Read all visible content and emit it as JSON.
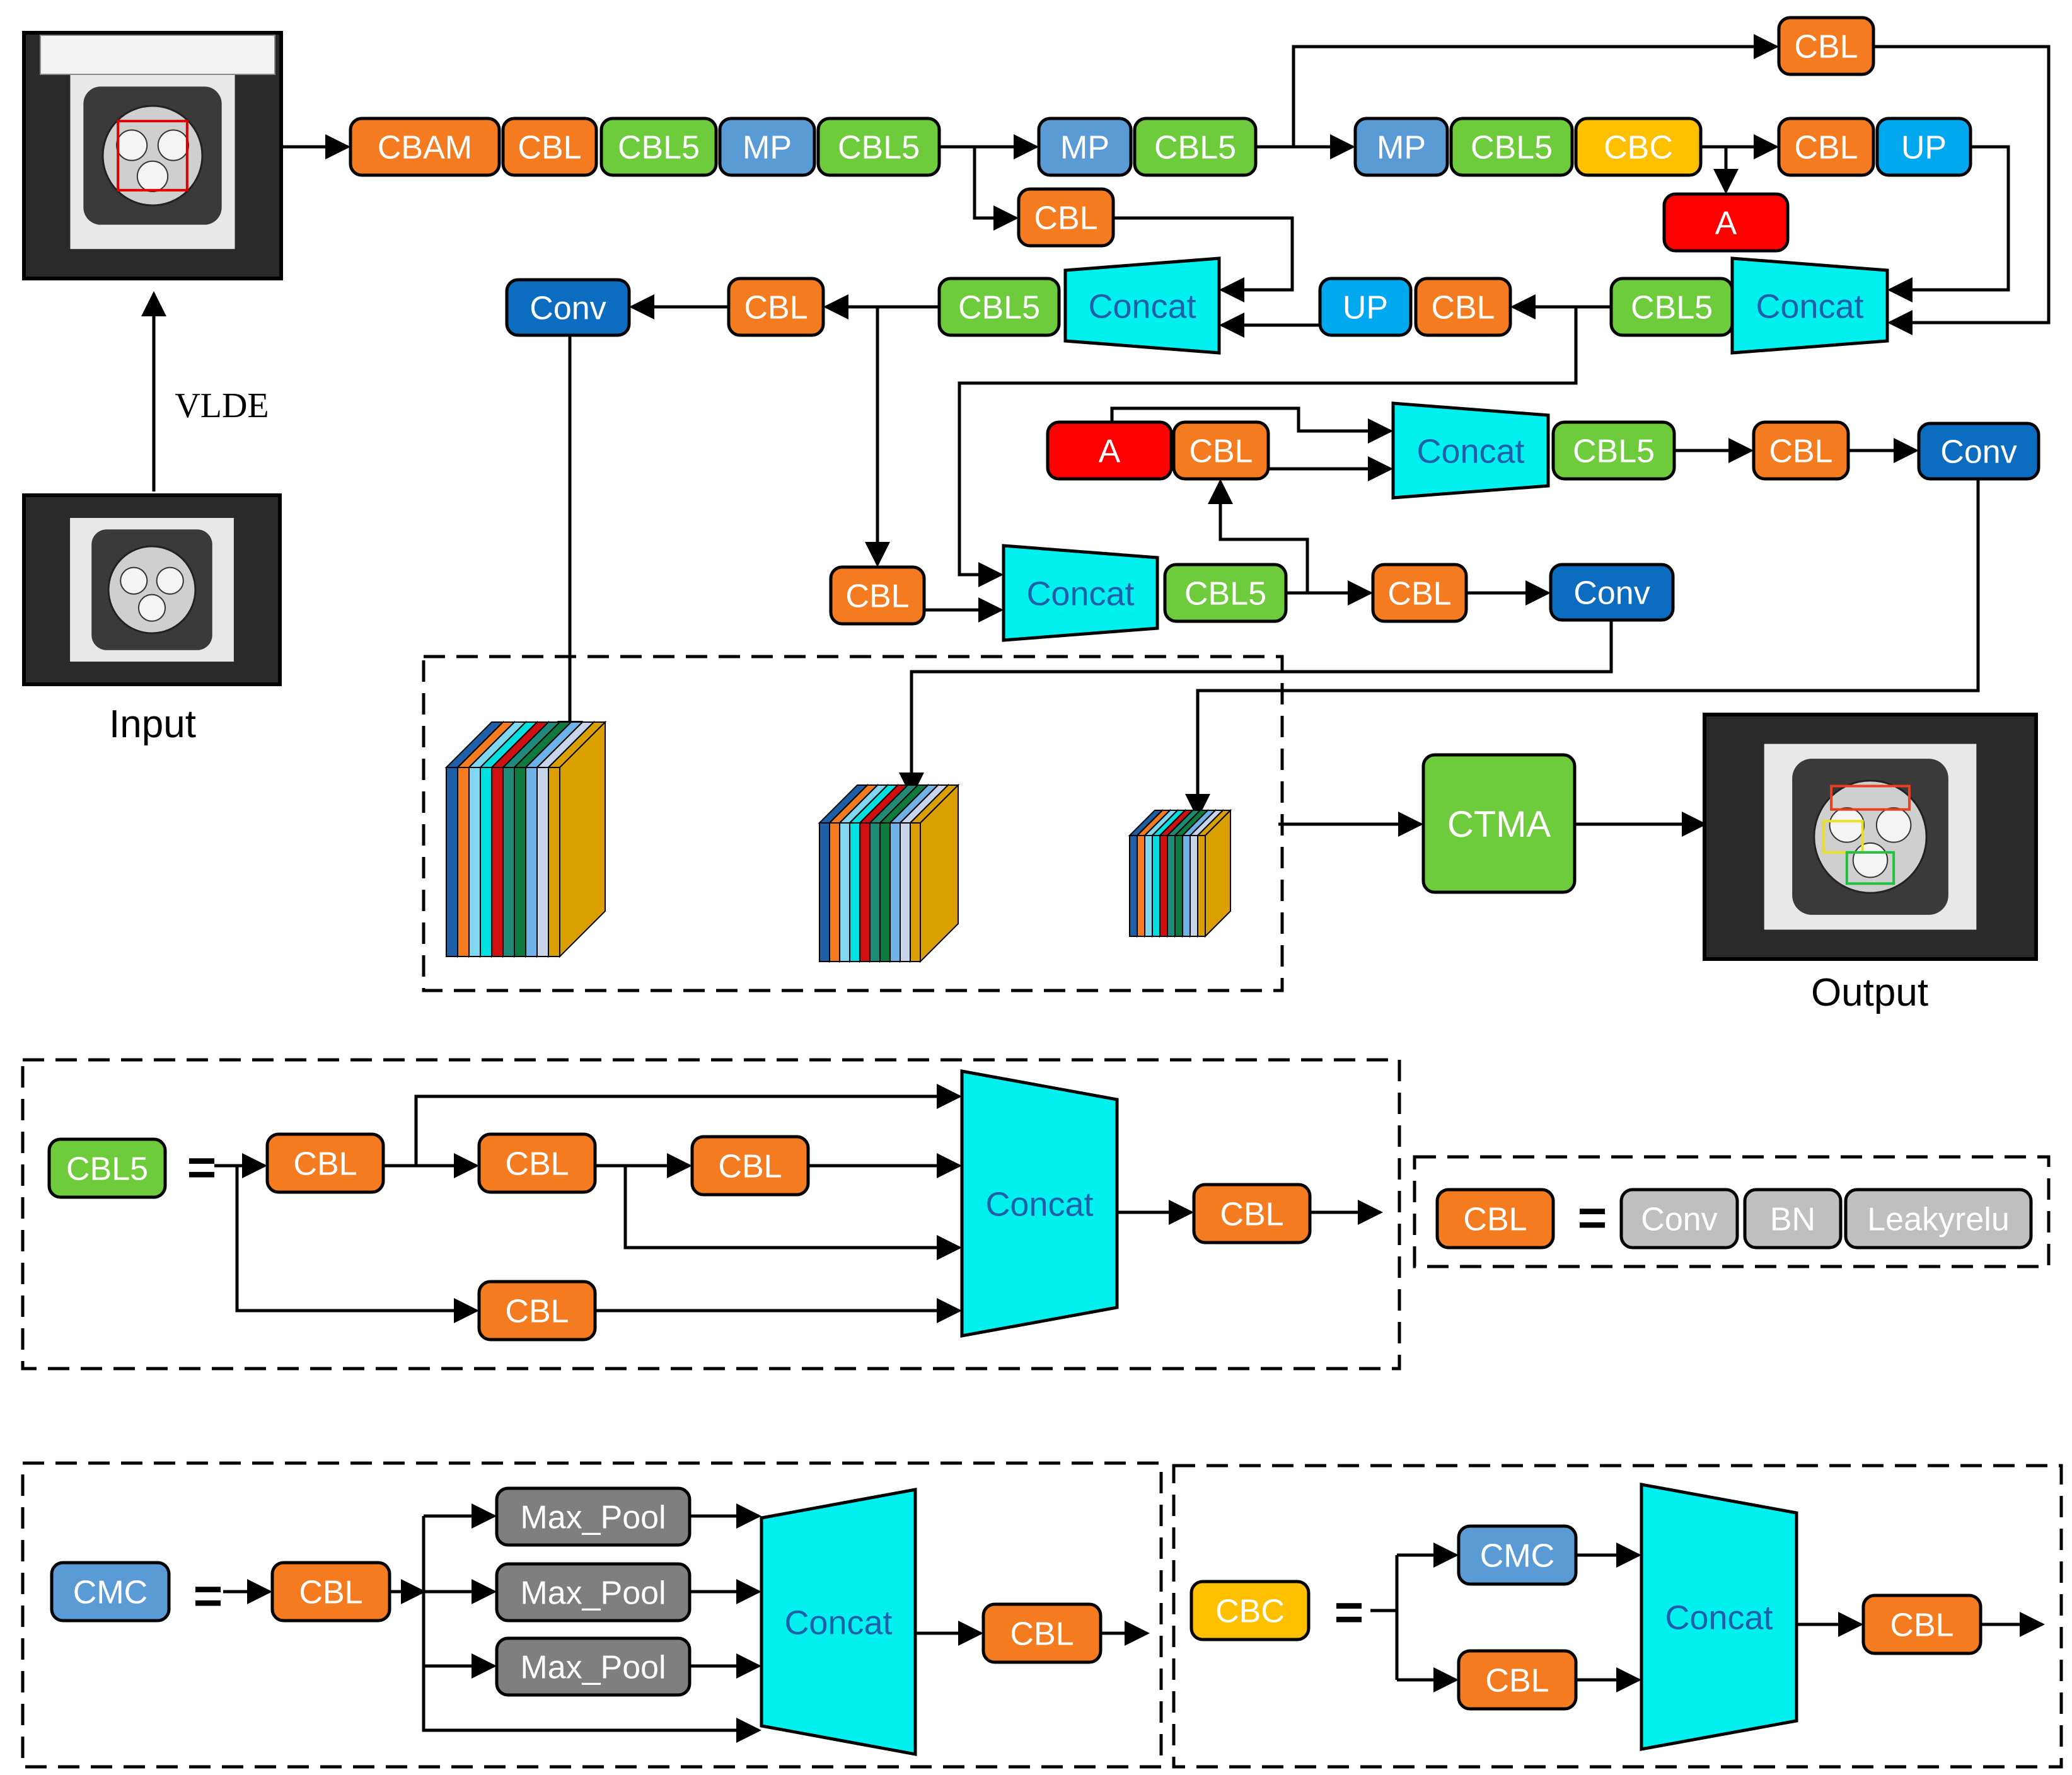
{
  "colors": {
    "orange": "#F47B20",
    "green": "#6DCB3C",
    "steel": "#5B9BD5",
    "yellow": "#FFC000",
    "red": "#FF0000",
    "sky": "#00A8F0",
    "navy": "#0B6CC0",
    "cyan": "#00F0F0",
    "gray": "#BFBFBF",
    "darkgray": "#7F7F7F",
    "concat_text": "#1F5FA8"
  },
  "labels": {
    "input": "Input",
    "output": "Output",
    "vlde": "VLDE",
    "ctma": "CTMA",
    "equals": "="
  },
  "blocks": {
    "cbam": "CBAM",
    "cbl": "CBL",
    "cbl5": "CBL5",
    "mp": "MP",
    "cbc": "CBC",
    "up": "UP",
    "a": "A",
    "conv": "Conv",
    "concat": "Concat",
    "bn": "BN",
    "leakyrelu": "Leakyrelu",
    "cmc": "CMC",
    "max_pool": "Max_Pool"
  },
  "feature_map_palette": [
    "#1F5FA8",
    "#F47B20",
    "#7FD7F0",
    "#00E0E0",
    "#D01010",
    "#1E8A78",
    "#0D7A3E",
    "#6FB2E8",
    "#C8D4E8",
    "#D9A000"
  ]
}
